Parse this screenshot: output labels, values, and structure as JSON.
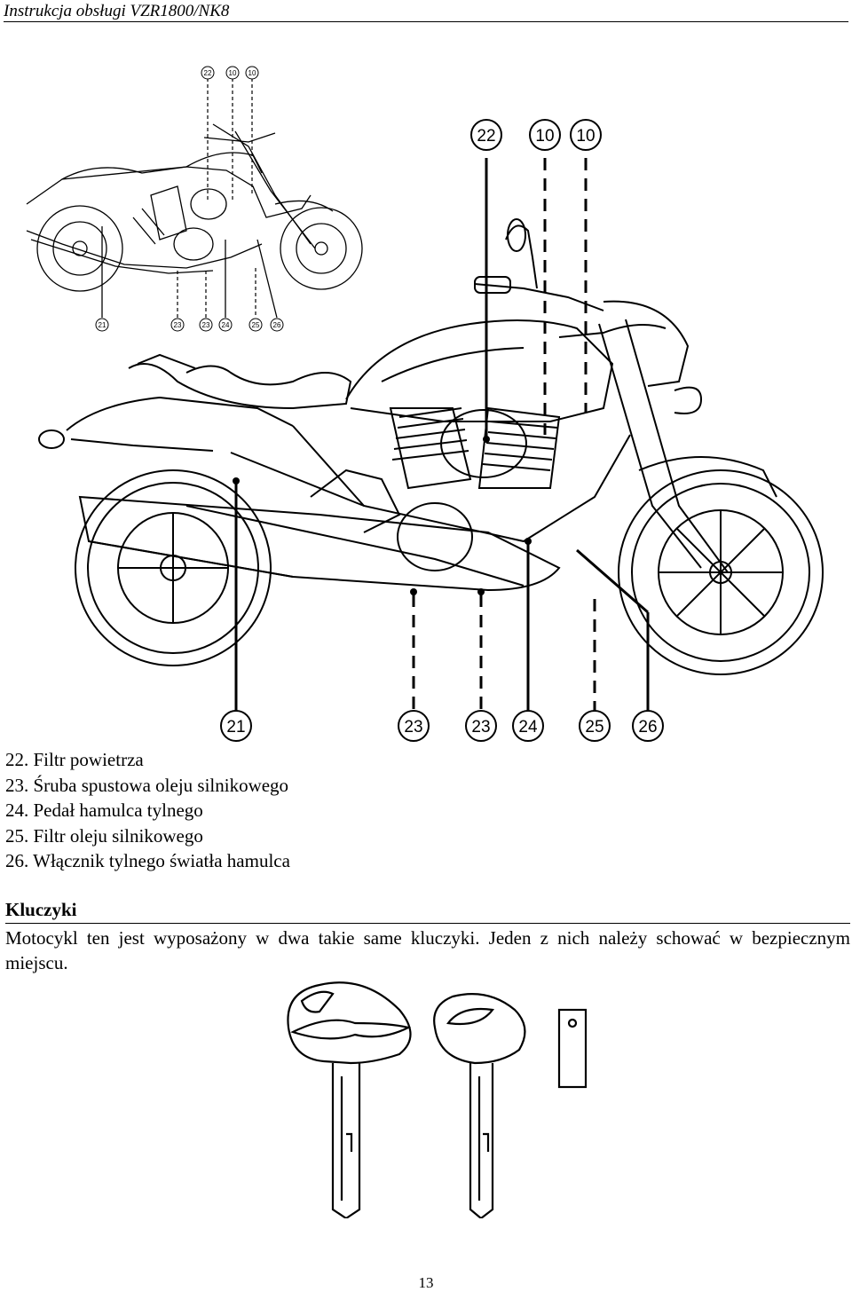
{
  "header": {
    "title": "Instrukcja obsługi VZR1800/NK8"
  },
  "figure_motorcycle": {
    "small_top_labels": [
      "22",
      "10",
      "10"
    ],
    "small_bottom_labels": [
      "21",
      "23",
      "23",
      "24",
      "25",
      "26"
    ],
    "top_labels": [
      "22",
      "10",
      "10"
    ],
    "bottom_labels": [
      "21",
      "23",
      "23",
      "24",
      "25",
      "26"
    ]
  },
  "legend": {
    "items": [
      "22. Filtr powietrza",
      "23. Śruba spustowa oleju silnikowego",
      "24. Pedał hamulca tylnego",
      "25. Filtr oleju silnikowego",
      "26. Włącznik tylnego światła hamulca"
    ]
  },
  "section": {
    "title": "Kluczyki",
    "body": "Motocykl ten jest wyposażony w dwa takie same kluczyki. Jeden z nich należy schować w bezpiecznym miejscu."
  },
  "page_number": "13"
}
